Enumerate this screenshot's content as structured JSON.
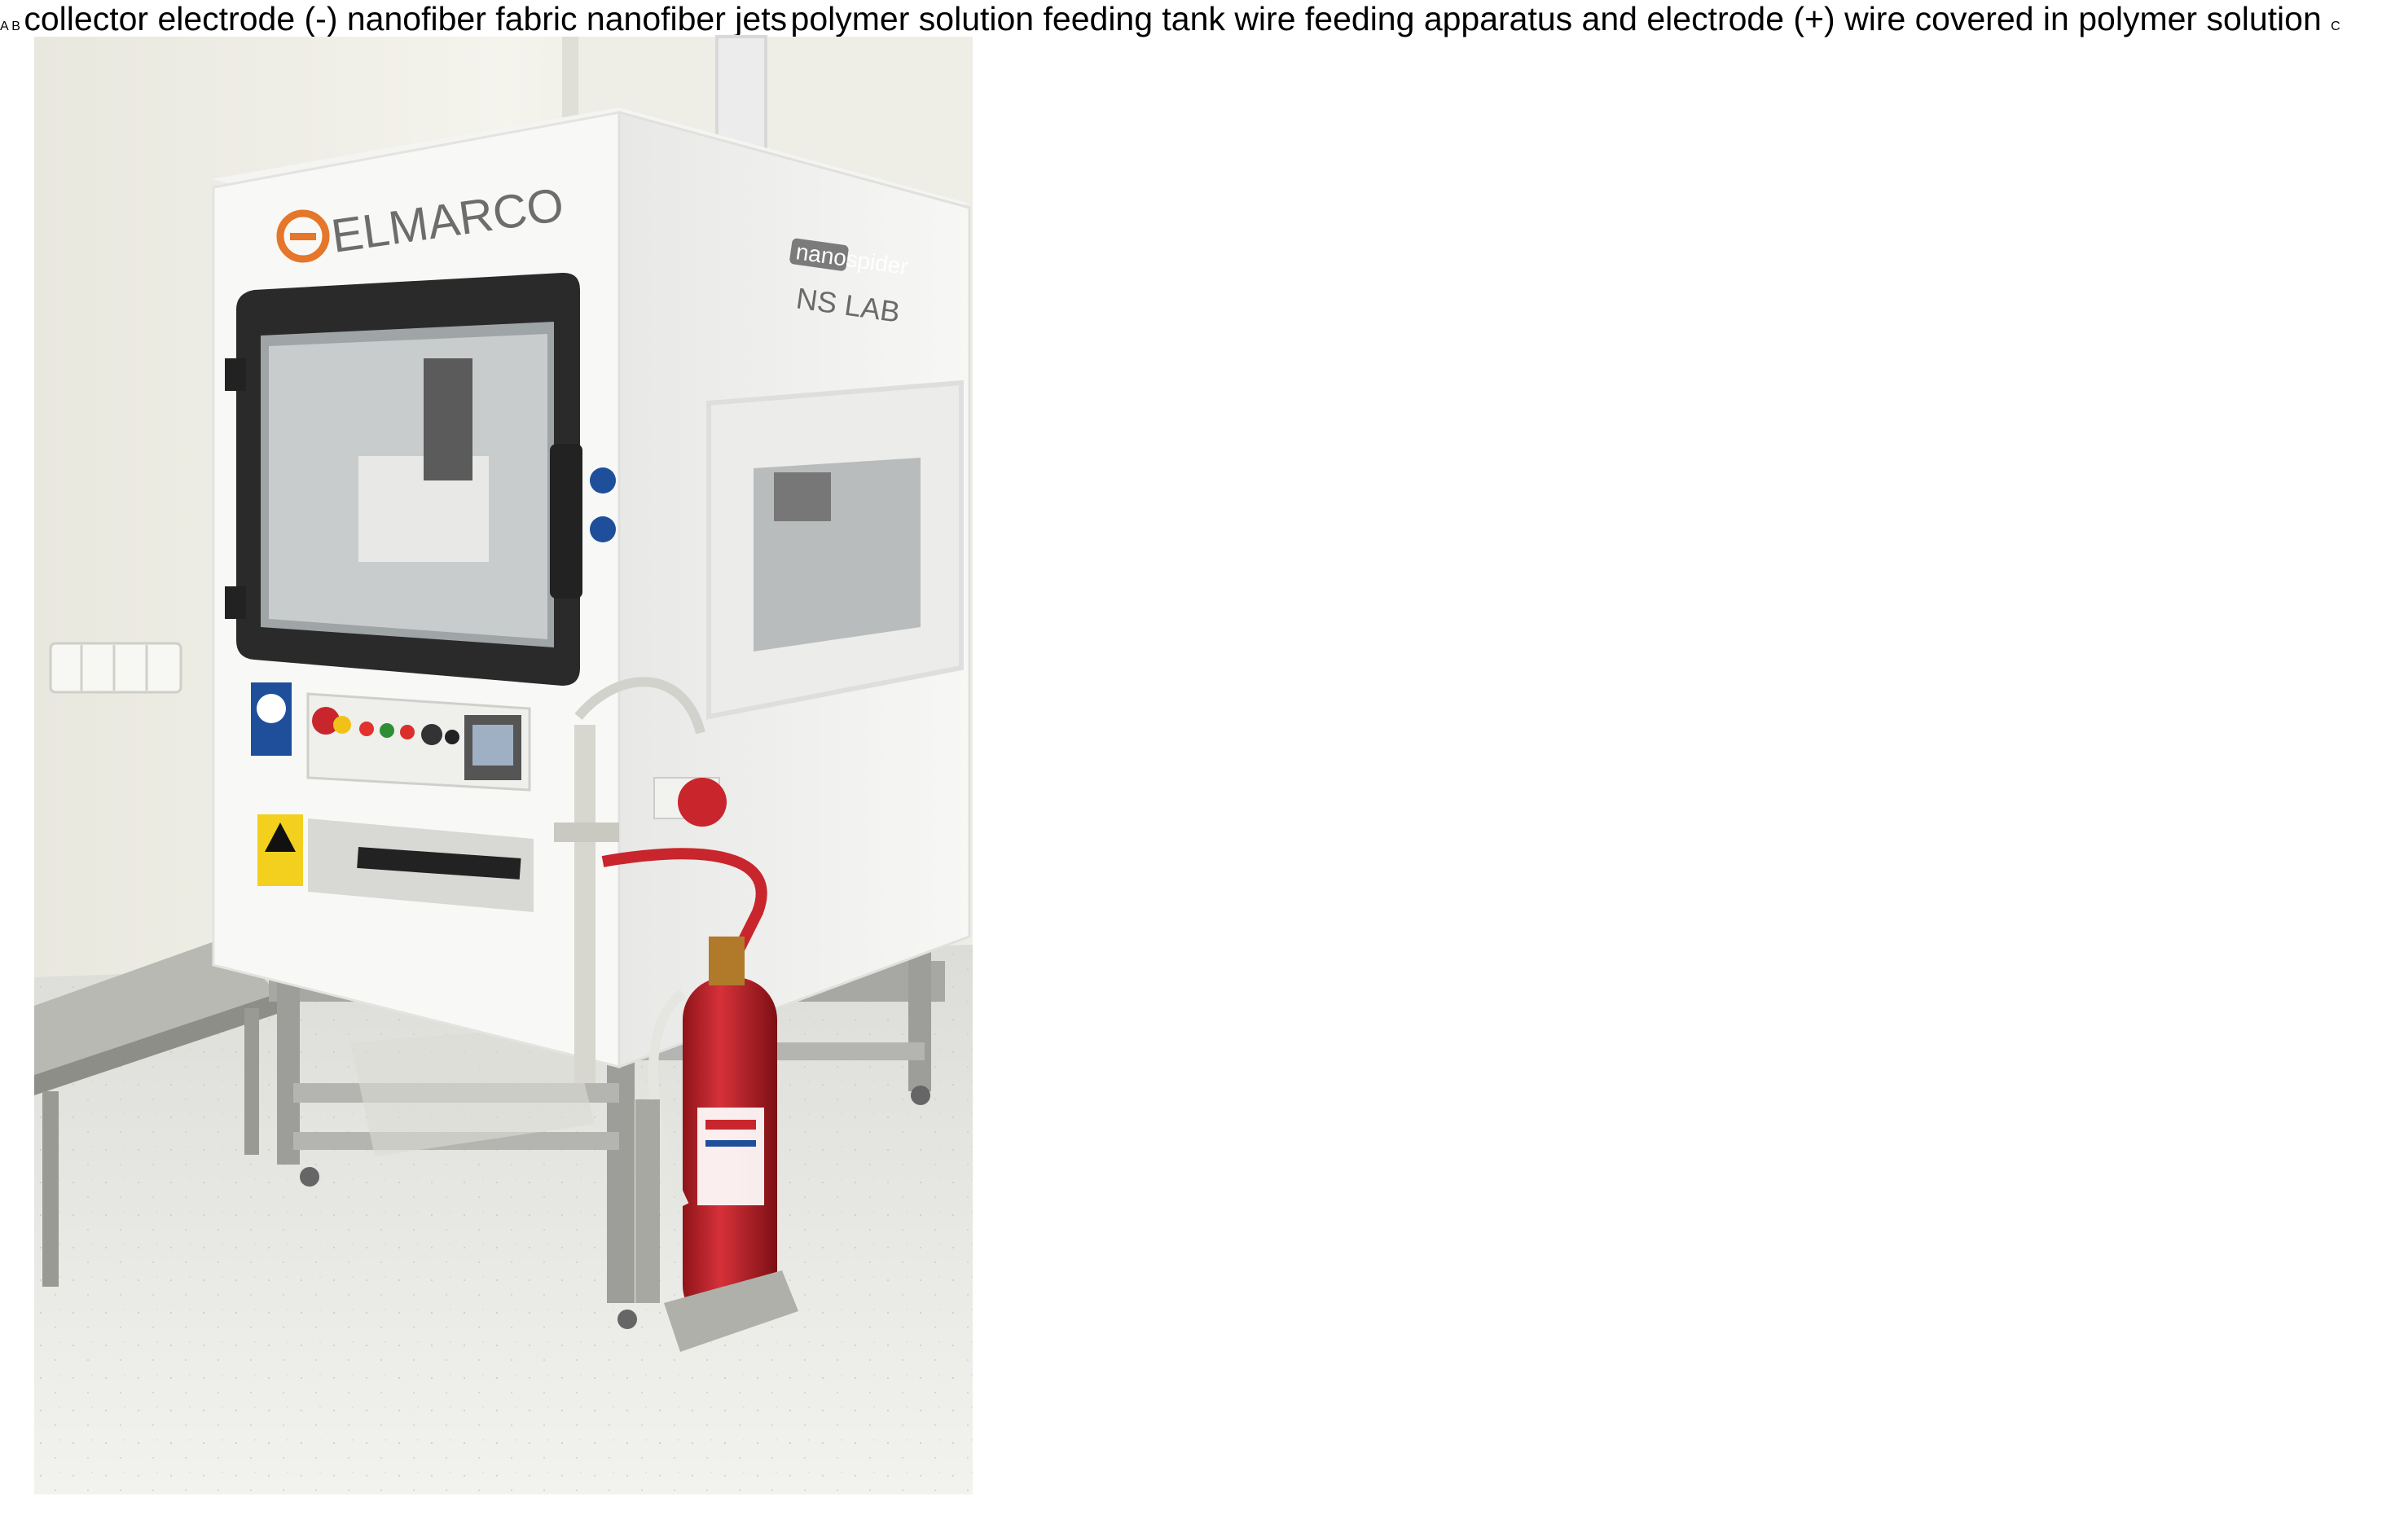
{
  "panels": {
    "a": {
      "letter": "A",
      "brand": "ELMARCO",
      "product_line": "nanospider",
      "model": "NS LAB"
    },
    "b": {
      "letter": "B",
      "labels": {
        "collector_electrode": [
          "collector",
          "electrode (-)"
        ],
        "nanofiber_fabric": [
          "nanofiber",
          "fabric"
        ],
        "nanofiber_jets": "nanofiber jets",
        "feeding_tank": [
          "polymer",
          "solution",
          "feeding tank"
        ],
        "wire_feeding": [
          "wire feeding",
          "apparatus and",
          "electrode (+)"
        ],
        "wire_covered": [
          "wire covered in",
          "polymer solution"
        ]
      }
    },
    "c": {
      "letter": "C"
    }
  },
  "colors": {
    "fiber_orange": "#e8a35a",
    "tank_orange": "#e6a455",
    "label_gray": "#555555",
    "machine_white": "#f6f6f4",
    "extinguisher_red": "#c8262c"
  }
}
